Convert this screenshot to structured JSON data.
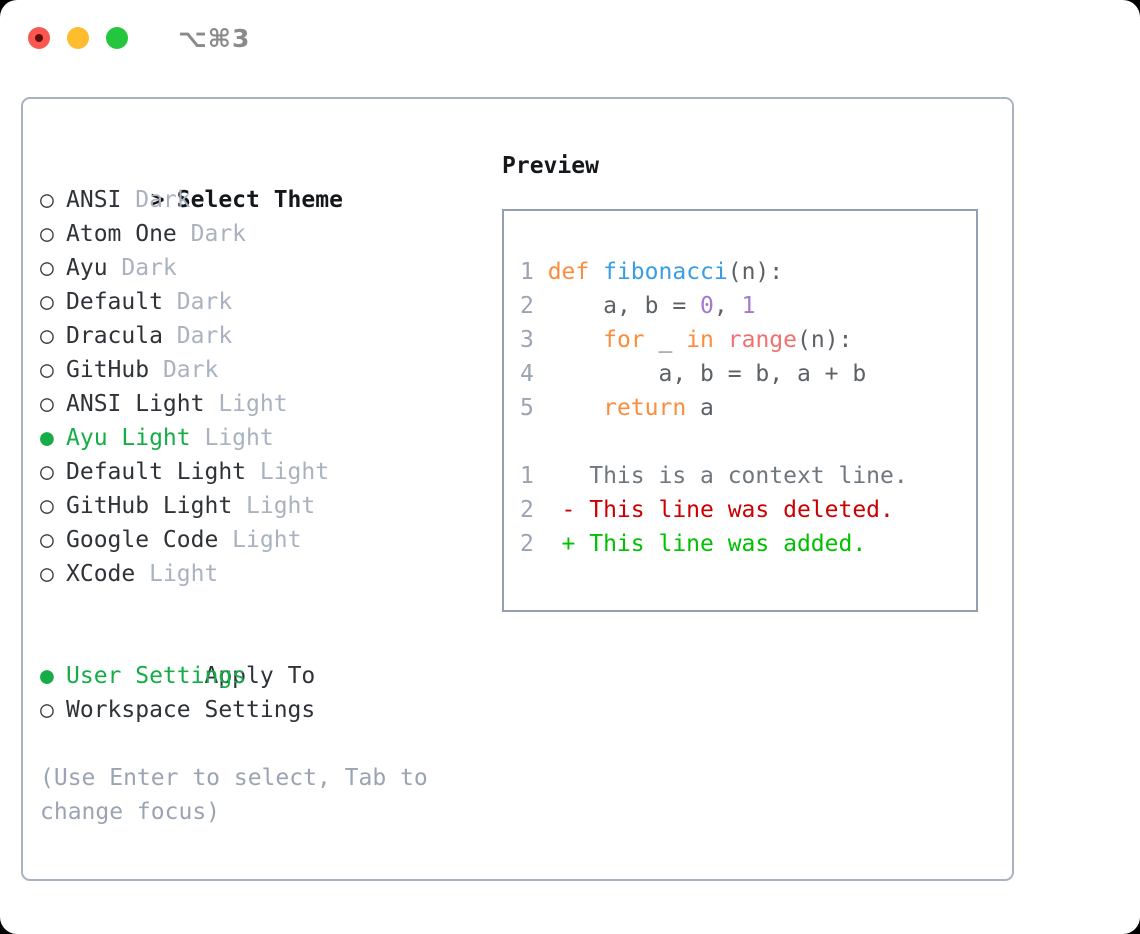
{
  "titlebar": {
    "shortcut": "⌥⌘3",
    "buttons": [
      {
        "name": "close",
        "color": "#f9574f"
      },
      {
        "name": "minimize",
        "color": "#fdbd2e"
      },
      {
        "name": "maximize",
        "color": "#25c63f"
      }
    ]
  },
  "theme_section": {
    "caret": ">",
    "title": "Select Theme",
    "marker_unselected": "○",
    "marker_selected": "●",
    "items": [
      {
        "name": "ANSI",
        "variant": "Dark",
        "selected": false
      },
      {
        "name": "Atom One",
        "variant": "Dark",
        "selected": false
      },
      {
        "name": "Ayu",
        "variant": "Dark",
        "selected": false
      },
      {
        "name": "Default",
        "variant": "Dark",
        "selected": false
      },
      {
        "name": "Dracula",
        "variant": "Dark",
        "selected": false
      },
      {
        "name": "GitHub",
        "variant": "Dark",
        "selected": false
      },
      {
        "name": "ANSI Light",
        "variant": "Light",
        "selected": false
      },
      {
        "name": "Ayu Light",
        "variant": "Light",
        "selected": true
      },
      {
        "name": "Default Light",
        "variant": "Light",
        "selected": false
      },
      {
        "name": "GitHub Light",
        "variant": "Light",
        "selected": false
      },
      {
        "name": "Google Code",
        "variant": "Light",
        "selected": false
      },
      {
        "name": "XCode",
        "variant": "Light",
        "selected": false
      }
    ]
  },
  "apply_section": {
    "title": "Apply To",
    "items": [
      {
        "name": "User Settings",
        "selected": true
      },
      {
        "name": "Workspace Settings",
        "selected": false
      }
    ]
  },
  "hint": "(Use Enter to select, Tab to change focus)",
  "preview": {
    "title": "Preview",
    "code": [
      {
        "ln": "1",
        "tokens": [
          {
            "t": "def",
            "c": "kw"
          },
          {
            "t": " ",
            "c": "pn"
          },
          {
            "t": "fibonacci",
            "c": "fn"
          },
          {
            "t": "(n):",
            "c": "pn"
          }
        ]
      },
      {
        "ln": "2",
        "tokens": [
          {
            "t": "    a, b = ",
            "c": "pn"
          },
          {
            "t": "0",
            "c": "num"
          },
          {
            "t": ", ",
            "c": "pn"
          },
          {
            "t": "1",
            "c": "num"
          }
        ]
      },
      {
        "ln": "3",
        "tokens": [
          {
            "t": "    ",
            "c": "pn"
          },
          {
            "t": "for",
            "c": "kw"
          },
          {
            "t": " _ ",
            "c": "pn"
          },
          {
            "t": "in",
            "c": "kw"
          },
          {
            "t": " ",
            "c": "pn"
          },
          {
            "t": "range",
            "c": "bi"
          },
          {
            "t": "(n):",
            "c": "pn"
          }
        ]
      },
      {
        "ln": "4",
        "tokens": [
          {
            "t": "        a, b = b, a + b",
            "c": "pn"
          }
        ]
      },
      {
        "ln": "5",
        "tokens": [
          {
            "t": "    ",
            "c": "pn"
          },
          {
            "t": "return",
            "c": "kw"
          },
          {
            "t": " a",
            "c": "pn"
          }
        ]
      }
    ],
    "diff": [
      {
        "ln": "1",
        "sign": " ",
        "text": "This is a context line.",
        "kind": "ctx"
      },
      {
        "ln": "2",
        "sign": "-",
        "text": "This line was deleted.",
        "kind": "del"
      },
      {
        "ln": "2",
        "sign": "+",
        "text": "This line was added.",
        "kind": "add"
      }
    ]
  },
  "colors": {
    "accent_green": "#16ad48",
    "muted": "#a9b2bf",
    "border": "#a8b2c1",
    "keyword": "#fa8d3e",
    "function": "#399ee6",
    "number": "#a37acc",
    "builtin": "#f07171",
    "diff_deleted": "#cc0000",
    "diff_added": "#00c000"
  }
}
